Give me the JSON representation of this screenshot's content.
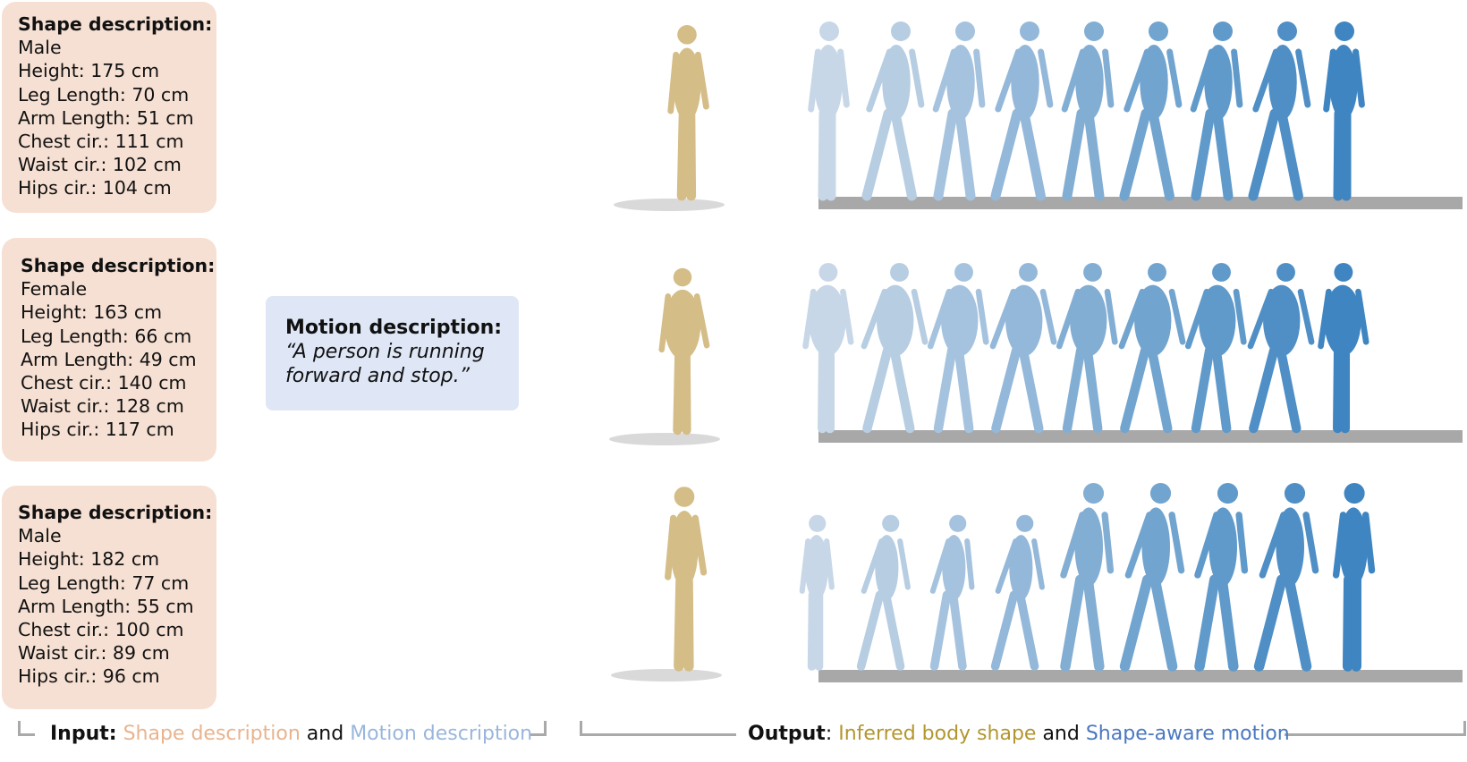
{
  "shape_rows": [
    {
      "header": "Shape description:",
      "lines": [
        "Male",
        "Height: 175 cm",
        "Leg Length: 70 cm",
        "Arm Length: 51 cm",
        "Chest cir.: 111 cm",
        "Waist cir.: 102 cm",
        "Hips cir.: 104 cm"
      ]
    },
    {
      "header": "Shape description:",
      "lines": [
        "Female",
        "Height: 163 cm",
        "Leg Length: 66 cm",
        "Arm Length: 49 cm",
        "Chest cir.: 140 cm",
        "Waist cir.: 128 cm",
        "Hips cir.: 117 cm"
      ]
    },
    {
      "header": "Shape description:",
      "lines": [
        "Male",
        "Height: 182 cm",
        "Leg Length: 77 cm",
        "Arm Length: 55 cm",
        "Chest cir.: 100 cm",
        "Waist cir.: 89 cm",
        "Hips cir.: 96 cm"
      ]
    }
  ],
  "motion": {
    "header": "Motion description:",
    "line1": "“A person is running",
    "line2": "forward and stop.”"
  },
  "caption_input": {
    "bold": "Input:",
    "part1": "Shape description",
    "and": "and",
    "part2": "Motion description"
  },
  "caption_output": {
    "bold": "Output",
    "colon": ":",
    "part1": "Inferred body shape",
    "and": "and",
    "part2": "Shape-aware motion"
  },
  "colors": {
    "shape_box": "#f6e0d3",
    "motion_box": "#dfe7f6",
    "shape_text": "#e8b48f",
    "motion_text": "#9ab6dc",
    "inferred_text": "#b3962f",
    "shapeaware_text": "#4a78c0",
    "body": "#d4bd87",
    "motion_light": "#c7d7e7",
    "motion_dark": "#3e85c1",
    "floor": "#a8a8a8"
  }
}
